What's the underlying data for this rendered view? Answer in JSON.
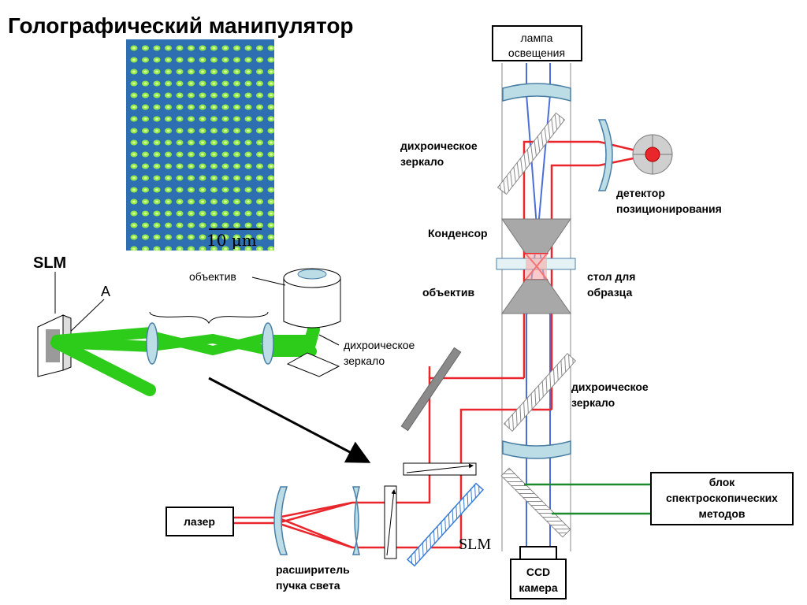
{
  "title": "Голографический манипулятор",
  "scale_bar": "10 μm",
  "inset": {
    "label_slm": "SLM",
    "label_a": "A",
    "objective": "объектив",
    "dichroic": [
      "дихроическое",
      "зеркало"
    ]
  },
  "setup": {
    "lamp": [
      "лампа",
      "освещения"
    ],
    "dichroic_top": [
      "дихроическое",
      "зеркало"
    ],
    "detector": [
      "детектор",
      "позиционирования"
    ],
    "condenser": "Конденсор",
    "objective": "объектив",
    "stage": [
      "стол для",
      "образца"
    ],
    "dichroic_mid": [
      "дихроическое",
      "зеркало"
    ],
    "spectro": [
      "блок",
      "спектроскопических",
      "методов"
    ],
    "laser": "лазер",
    "expander": [
      "расширитель",
      "пучка света"
    ],
    "slm": "SLM",
    "ccd": [
      "CCD",
      "камера"
    ]
  },
  "colors": {
    "laser_beam": "#e8262b",
    "lamp_beam": "#4a6fd8",
    "green_beam": "#2ecc1a",
    "spectro_line": "#1a8a2a",
    "lens": "#bcdde6"
  }
}
